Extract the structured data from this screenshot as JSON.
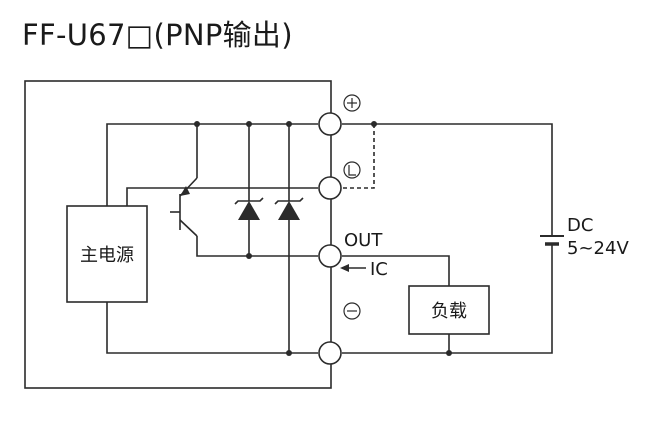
{
  "title": "FF-U67□(PNP输出)",
  "diagram": {
    "main_power_label": "主电源",
    "load_label": "负载",
    "out_label": "OUT",
    "ic_label": "IC",
    "dc_label": "DC",
    "voltage_label": "5~24V",
    "terminals": [
      "⊕",
      "Ⓛ",
      "OUT",
      "⊖"
    ],
    "line_color": "#2b2b2b"
  }
}
